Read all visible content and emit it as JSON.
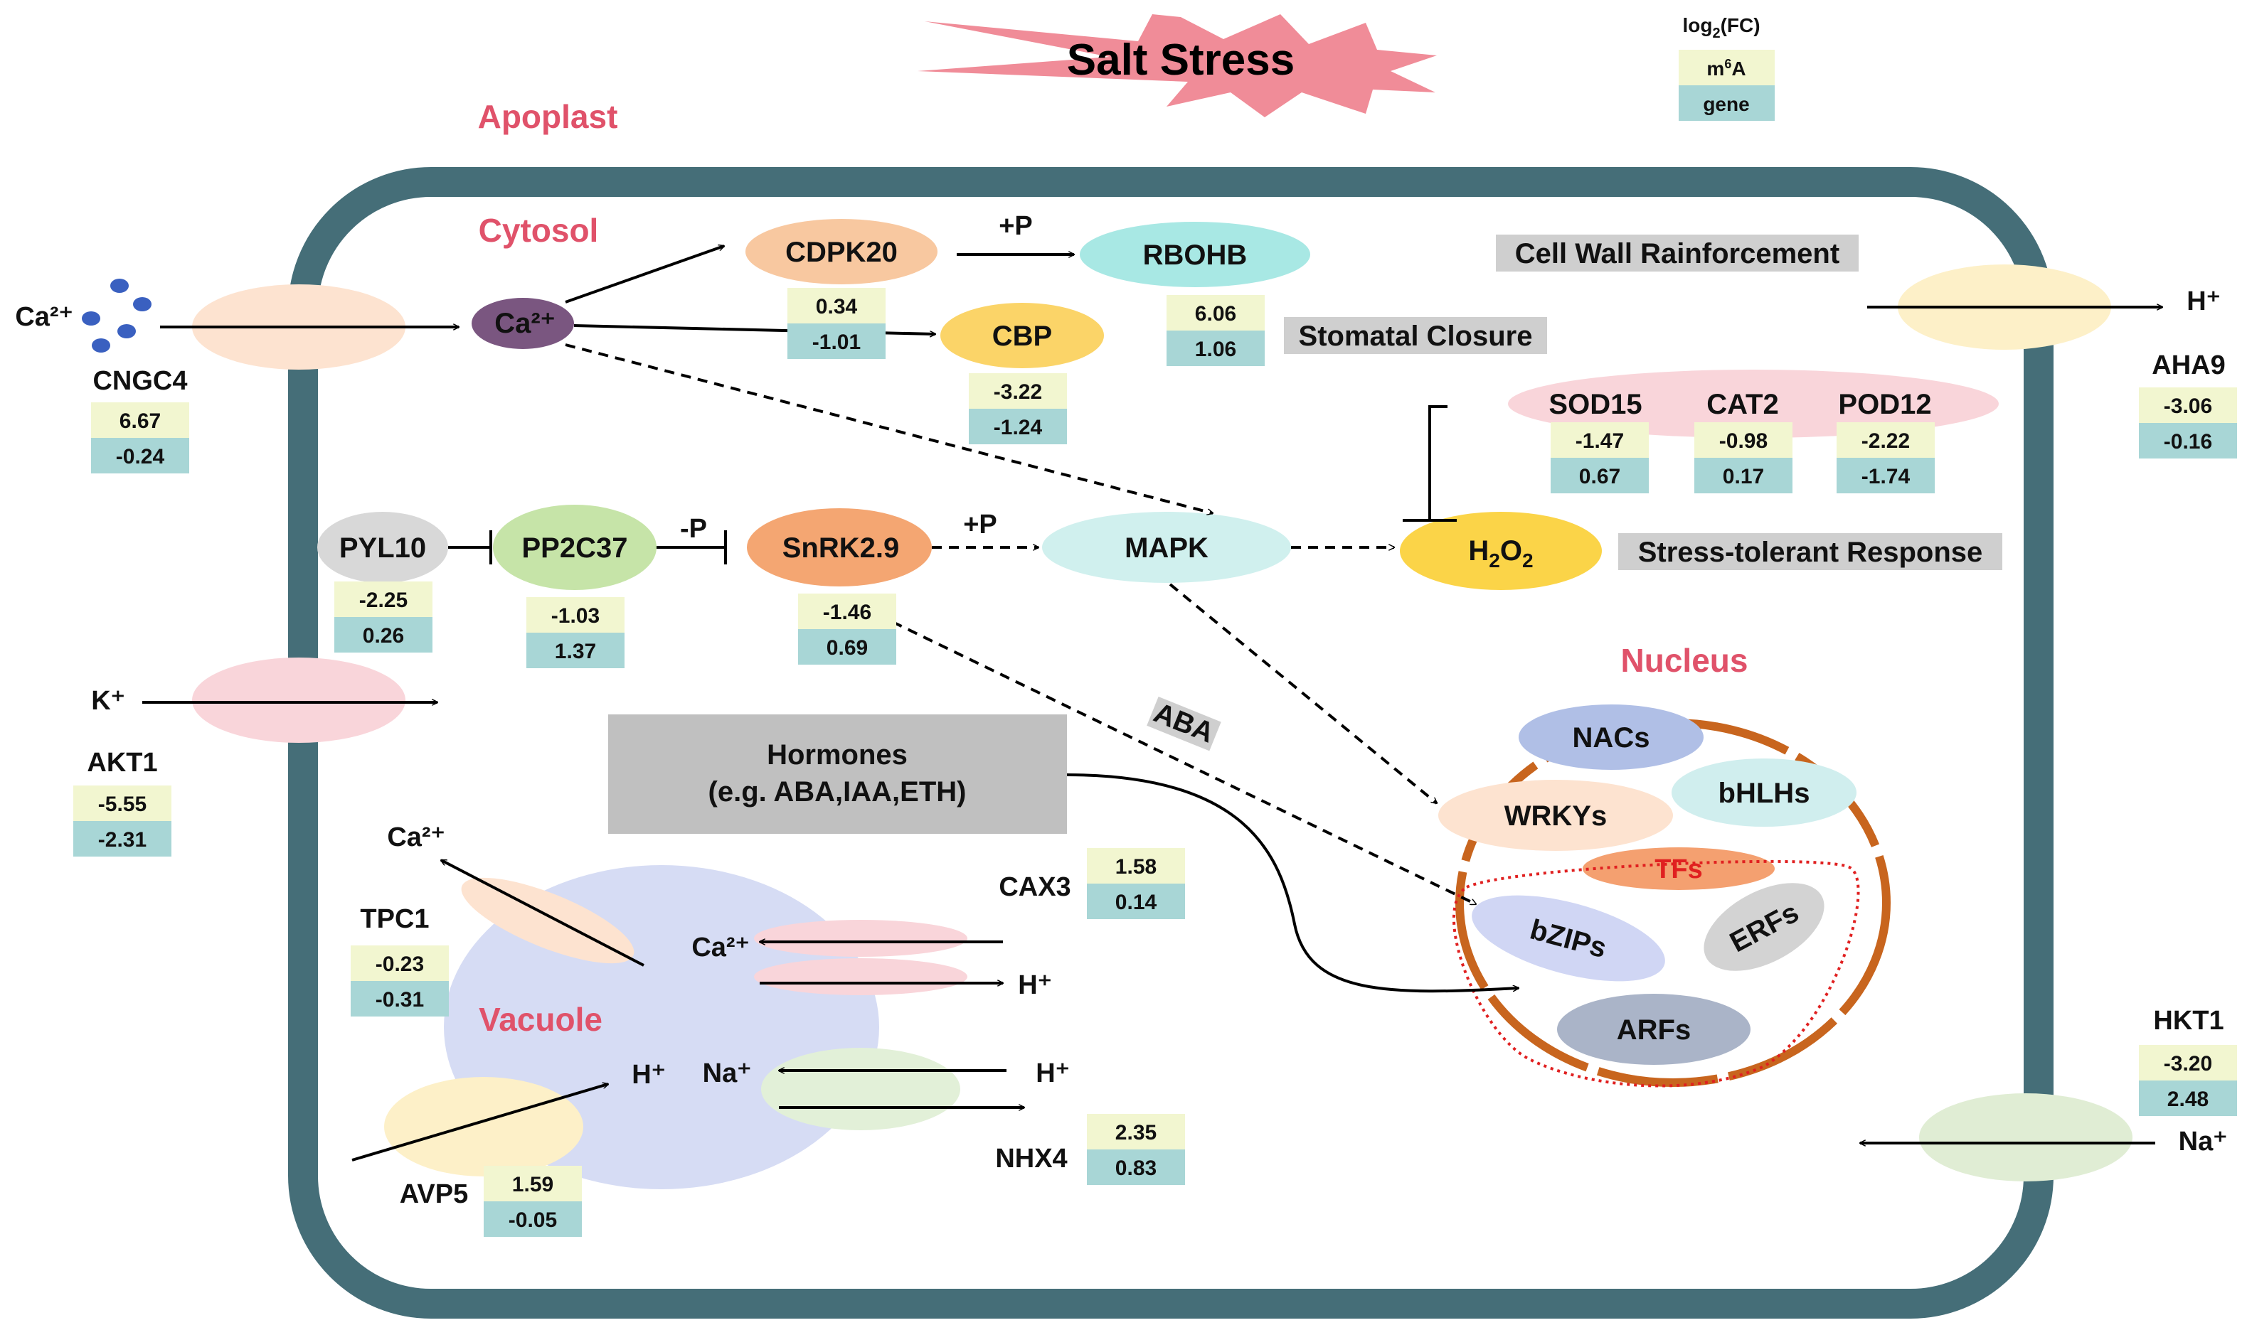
{
  "title": "Salt Stress",
  "legend": {
    "header": "log2(FC)",
    "row1": "m6A",
    "row2": "gene",
    "color_m6a": "#f2f6d0",
    "color_gene": "#a8d6d6"
  },
  "compartments": {
    "apoplast": "Apoplast",
    "cytosol": "Cytosol",
    "vacuole": "Vacuole",
    "nucleus": "Nucleus"
  },
  "nodes": {
    "ca": "Ca²⁺",
    "cdpk20": "CDPK20",
    "rbohb": "RBOHB",
    "cbp": "CBP",
    "pyl10": "PYL10",
    "pp2c37": "PP2C37",
    "snrk29": "SnRK2.9",
    "mapk": "MAPK",
    "h2o2": "H2O2",
    "sod15": "SOD15",
    "cat2": "CAT2",
    "pod12": "POD12",
    "nacs": "NACs",
    "bhlhs": "bHLHs",
    "wrkys": "WRKYs",
    "tfs": "TFs",
    "bzips": "bZIPs",
    "erfs": "ERFs",
    "arfs": "ARFs"
  },
  "edge_labels": {
    "p1": "+P",
    "p2": "+P",
    "minus_p": "-P",
    "aba": "ABA"
  },
  "annotations": {
    "cell_wall": "Cell Wall Rainforcement",
    "stomatal": "Stomatal Closure",
    "stress": "Stress-tolerant Response",
    "hormones_1": "Hormones",
    "hormones_2": "(e.g. ABA,IAA,ETH)"
  },
  "transporters": {
    "cngc4": "CNGC4",
    "akt1": "AKT1",
    "aha9": "AHA9",
    "hkt1": "HKT1",
    "tpc1": "TPC1",
    "cax3": "CAX3",
    "avp5": "AVP5",
    "nhx4": "NHX4"
  },
  "ions": {
    "ca_out": "Ca²⁺",
    "k_out": "K⁺",
    "h_out": "H⁺",
    "na_out": "Na⁺",
    "ca_tpc": "Ca²⁺",
    "ca_vac": "Ca²⁺",
    "h_cax": "H⁺",
    "h_vac": "H⁺",
    "na_vac": "Na⁺",
    "h_nhx": "H⁺"
  },
  "values": {
    "cngc4": [
      "6.67",
      "-0.24"
    ],
    "cdpk20": [
      "0.34",
      "-1.01"
    ],
    "rbohb": [
      "6.06",
      "1.06"
    ],
    "cbp": [
      "-3.22",
      "-1.24"
    ],
    "sod15": [
      "-1.47",
      "0.67"
    ],
    "cat2": [
      "-0.98",
      "0.17"
    ],
    "pod12": [
      "-2.22",
      "-1.74"
    ],
    "aha9": [
      "-3.06",
      "-0.16"
    ],
    "pyl10": [
      "-2.25",
      "0.26"
    ],
    "pp2c37": [
      "-1.03",
      "1.37"
    ],
    "snrk29": [
      "-1.46",
      "0.69"
    ],
    "akt1": [
      "-5.55",
      "-2.31"
    ],
    "cax3": [
      "1.58",
      "0.14"
    ],
    "tpc1": [
      "-0.23",
      "-0.31"
    ],
    "nhx4": [
      "2.35",
      "0.83"
    ],
    "avp5": [
      "1.59",
      "-0.05"
    ],
    "hkt1": [
      "-3.20",
      "2.48"
    ]
  }
}
